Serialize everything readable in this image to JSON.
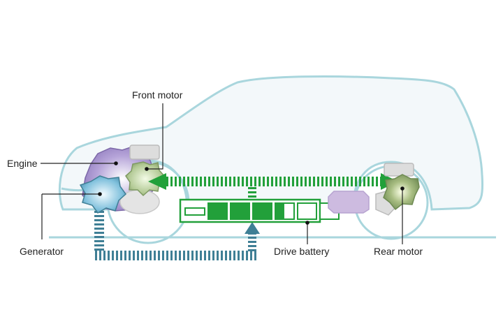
{
  "labels": {
    "front_motor": "Front motor",
    "engine": "Engine",
    "generator": "Generator",
    "drive_battery": "Drive battery",
    "rear_motor": "Rear motor"
  },
  "battery": {
    "cells": 6,
    "charge_fraction": 0.58
  },
  "colors": {
    "car_outline": "#a9d6dd",
    "car_fill": "#f3f8fa",
    "power_flow": "#22a03a",
    "generator_flow": "#3f7f95",
    "engine": "#9a86c4",
    "generator": "#5fa8c8",
    "motor": "#9fb77f",
    "rear_module": "#cdbbe0"
  }
}
